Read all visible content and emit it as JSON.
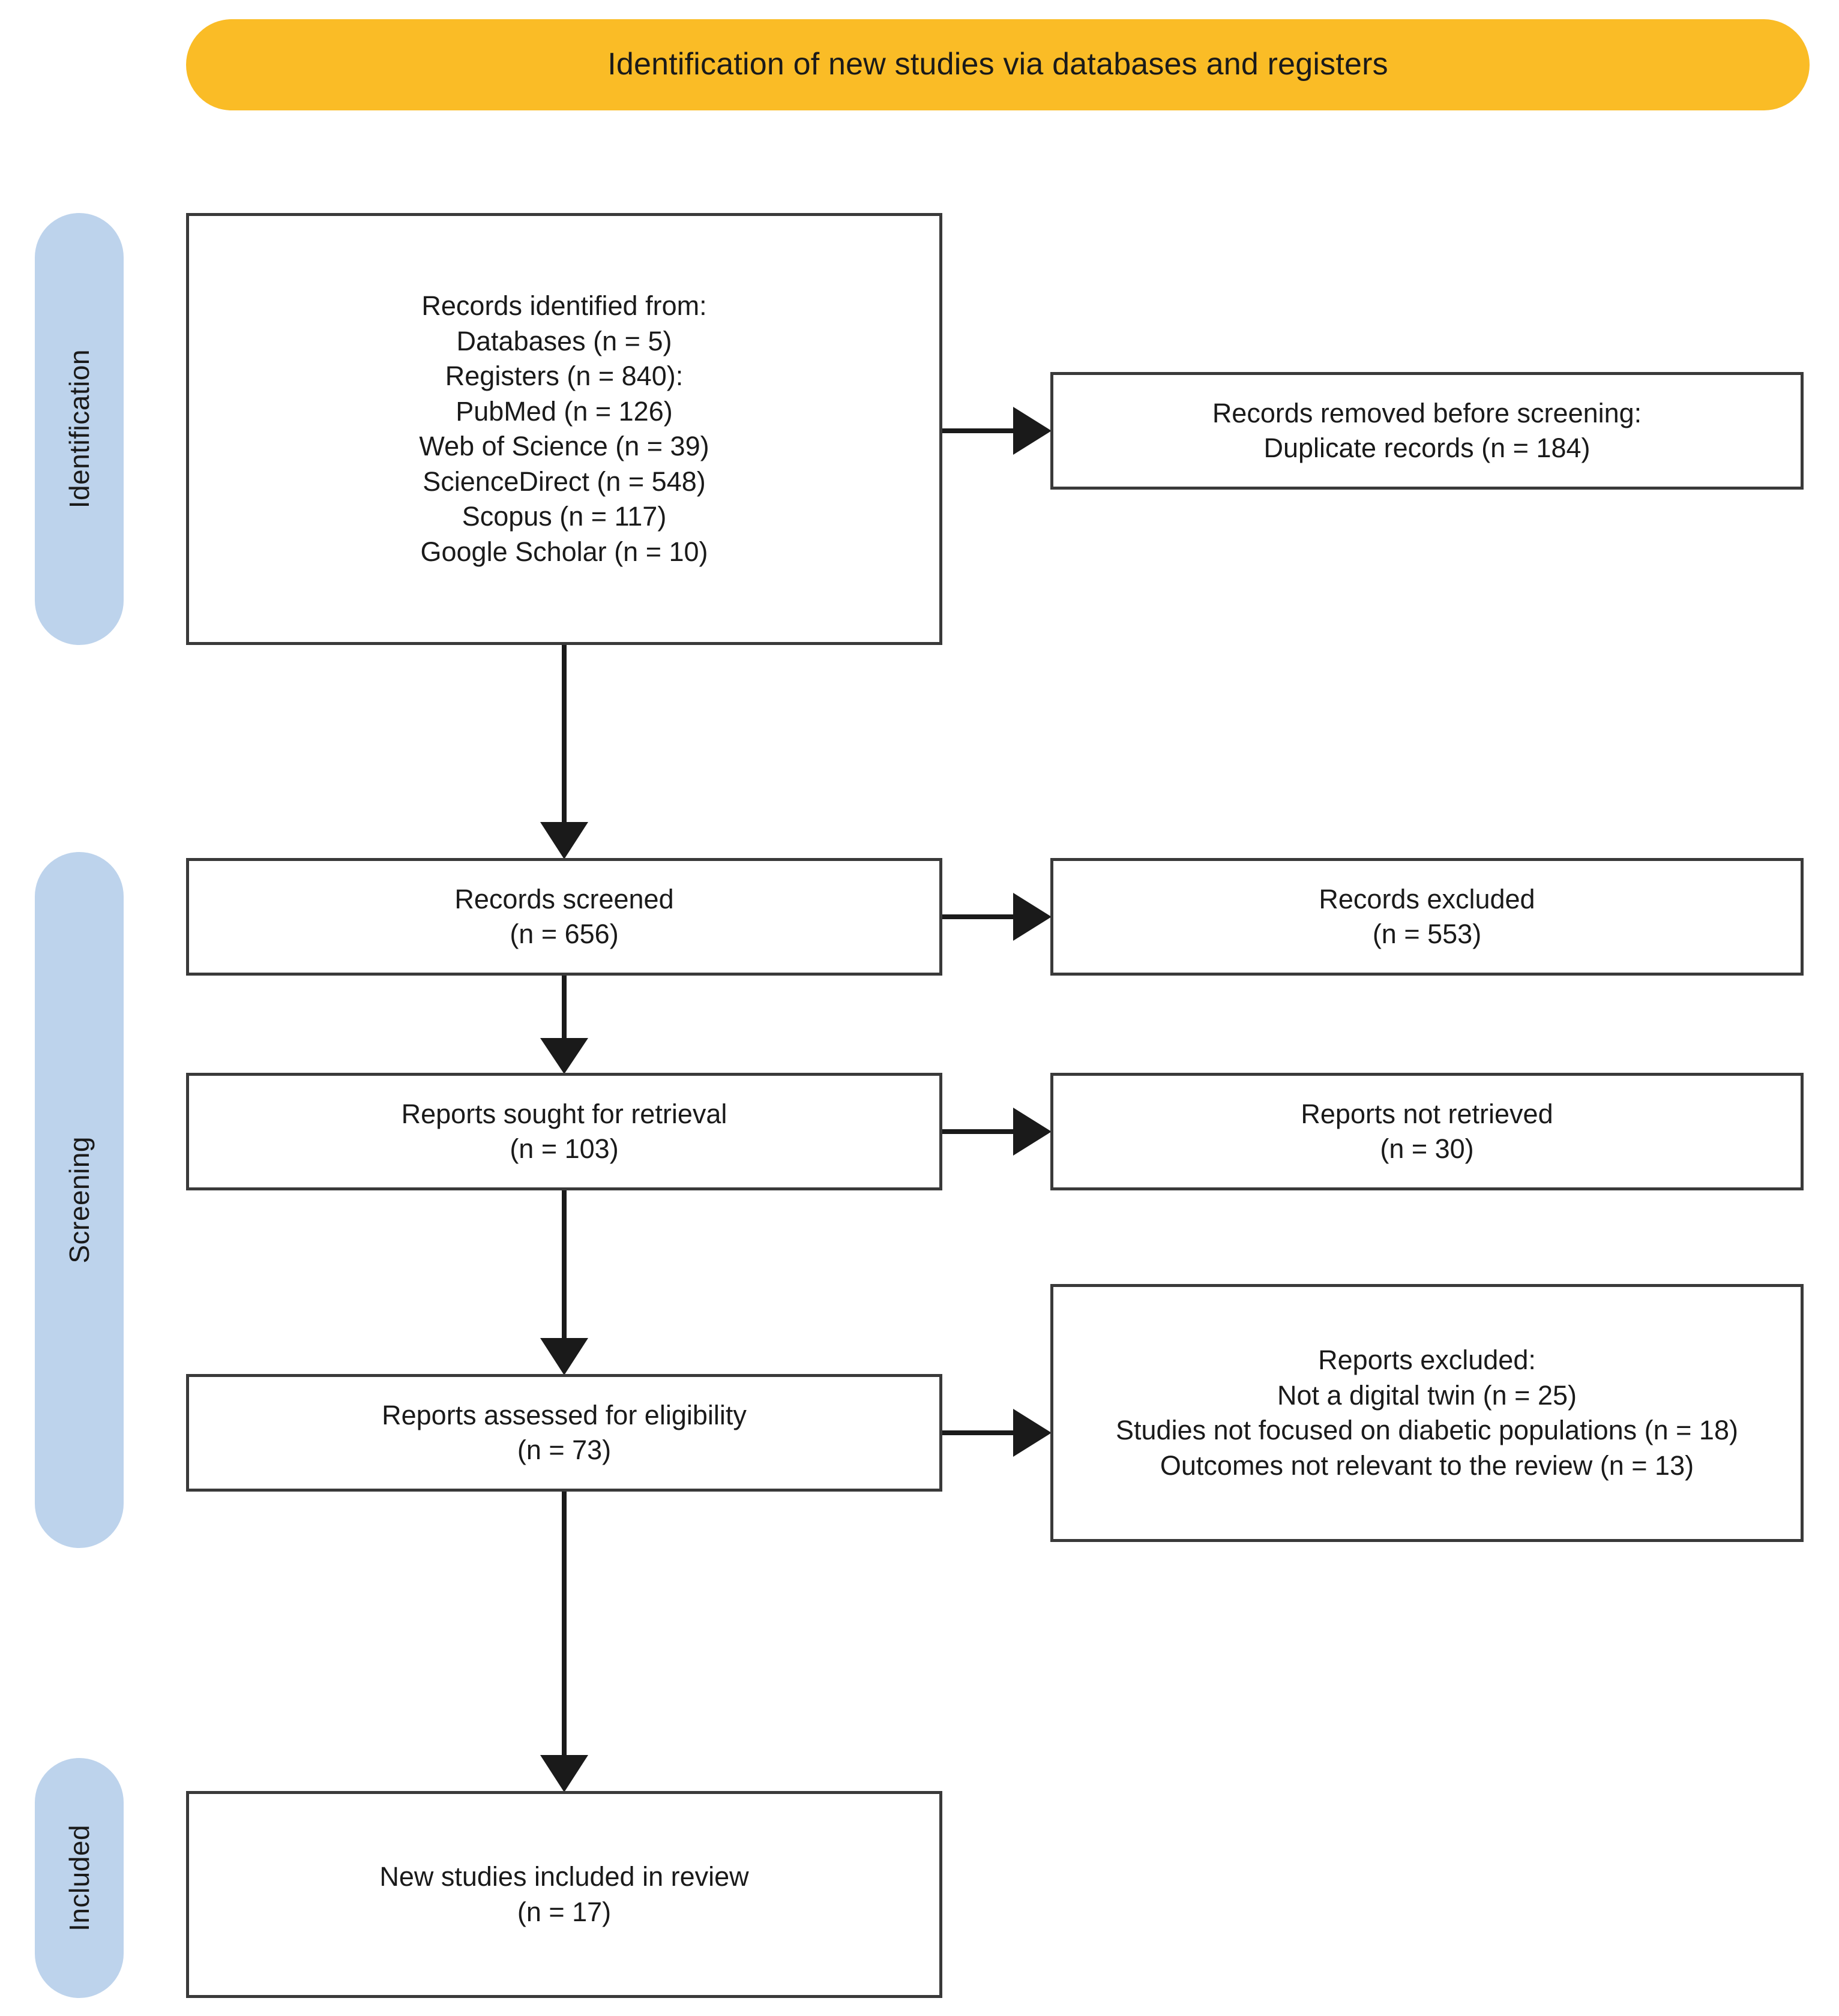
{
  "diagram": {
    "title": "Identification of new studies via databases and registers",
    "type": "prisma-flow-diagram",
    "colors": {
      "header_background": "#fabc26",
      "stage_rail_background": "#bdd3ec",
      "box_border": "#3a3a3a",
      "text": "#1a1a1a",
      "page_background": "#ffffff"
    }
  },
  "stages": {
    "identification": "Identification",
    "screening": "Screening",
    "included": "Included"
  },
  "boxes": {
    "identified": {
      "name": "records-identified",
      "lines": [
        "Records identified from:",
        "Databases (n = 5)",
        "Registers  (n = 840):",
        "PubMed (n = 126)",
        "Web of Science (n = 39)",
        "ScienceDirect (n = 548)",
        "Scopus (n = 117)",
        "Google Scholar (n = 10)"
      ]
    },
    "removed": {
      "name": "records-removed-before-screening",
      "lines": [
        "Records removed before screening:",
        "Duplicate records (n = 184)"
      ]
    },
    "screened": {
      "name": "records-screened",
      "lines": [
        "Records screened",
        "(n = 656)"
      ]
    },
    "excluded_records": {
      "name": "records-excluded",
      "lines": [
        "Records excluded",
        "(n = 553)"
      ]
    },
    "sought": {
      "name": "reports-sought-for-retrieval",
      "lines": [
        "Reports sought for retrieval",
        "(n = 103)"
      ]
    },
    "not_retrieved": {
      "name": "reports-not-retrieved",
      "lines": [
        "Reports not retrieved",
        "(n = 30)"
      ]
    },
    "eligibility": {
      "name": "reports-assessed-for-eligibility",
      "lines": [
        "Reports assessed for eligibility",
        "(n = 73)"
      ]
    },
    "reports_excluded": {
      "name": "reports-excluded-with-reasons",
      "lines": [
        "Reports excluded:",
        "Not a digital twin (n = 25)",
        "Studies not focused on diabetic populations (n = 18)",
        "Outcomes not relevant to the review (n = 13)"
      ]
    },
    "included": {
      "name": "new-studies-included-in-review",
      "lines": [
        "New studies included in review",
        "(n = 17)"
      ]
    }
  },
  "counts": {
    "databases": 5,
    "registers": 840,
    "pubmed": 126,
    "web_of_science": 39,
    "science_direct": 548,
    "scopus": 117,
    "google_scholar": 10,
    "duplicate_records_removed": 184,
    "records_screened": 656,
    "records_excluded": 553,
    "reports_sought": 103,
    "reports_not_retrieved": 30,
    "reports_assessed": 73,
    "excluded_not_digital_twin": 25,
    "excluded_not_diabetic_population": 18,
    "excluded_outcomes_not_relevant": 13,
    "new_studies_included": 17
  }
}
